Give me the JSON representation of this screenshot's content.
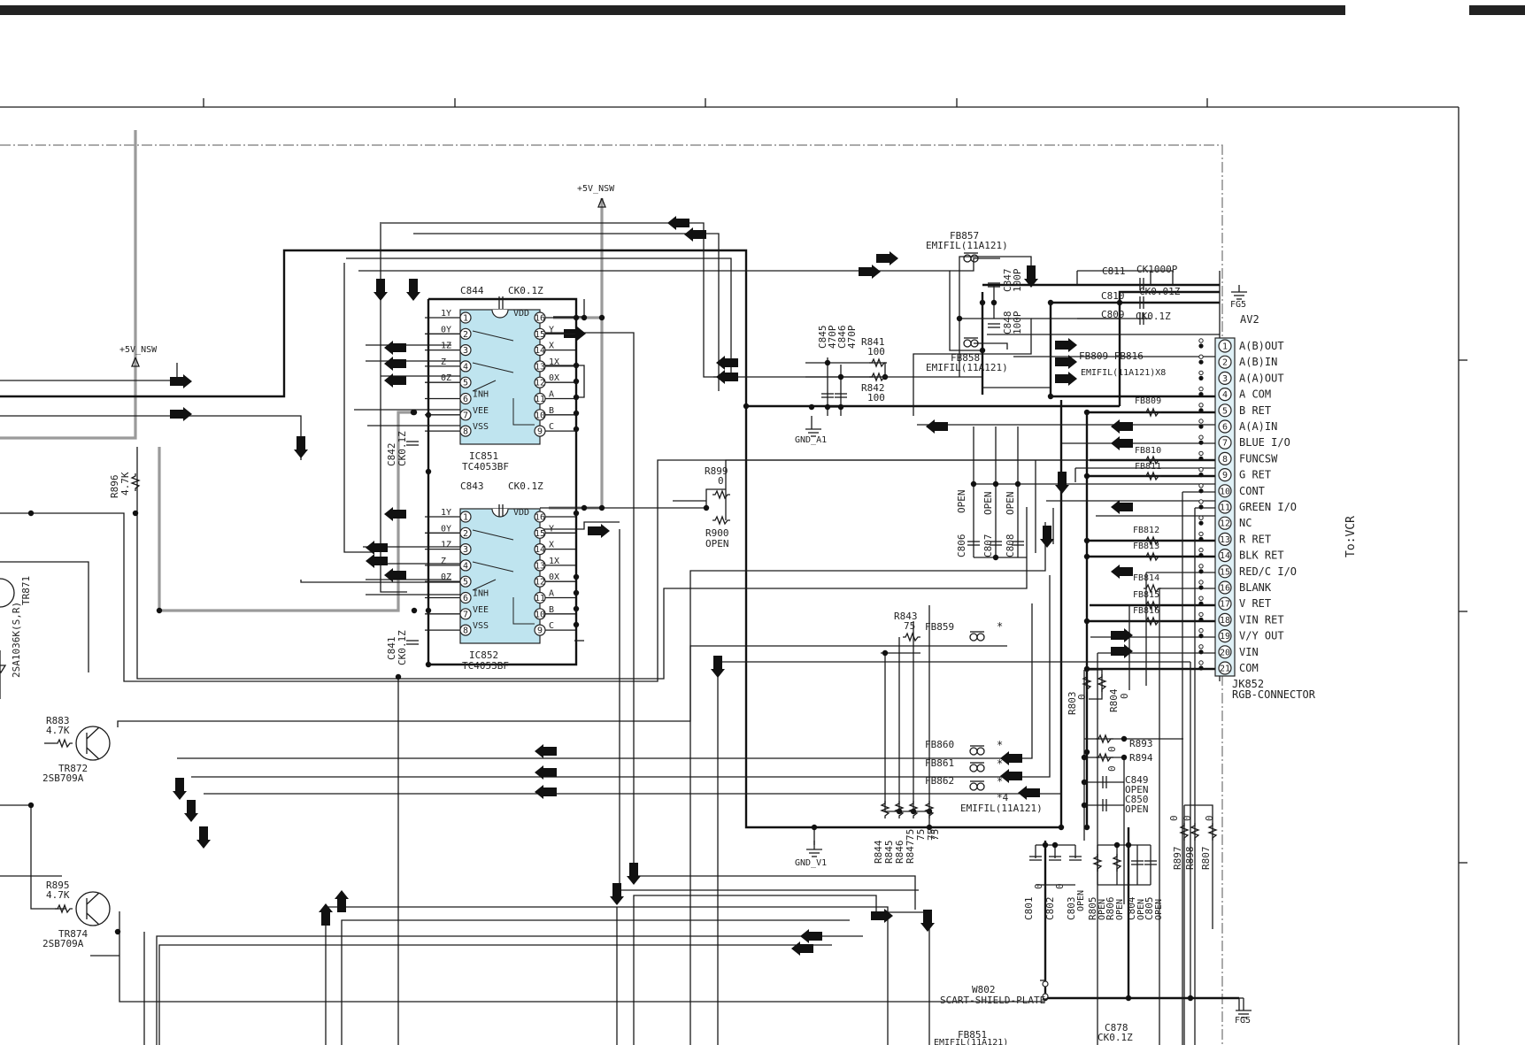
{
  "connector": {
    "title": "AV2",
    "ref": "JK852",
    "name": "RGB-CONNECTOR",
    "to_label": "To:VCR",
    "pins": [
      {
        "num": "1",
        "name": "A(B)OUT"
      },
      {
        "num": "2",
        "name": "A(B)IN"
      },
      {
        "num": "3",
        "name": "A(A)OUT"
      },
      {
        "num": "4",
        "name": "A COM"
      },
      {
        "num": "5",
        "name": "B RET"
      },
      {
        "num": "6",
        "name": "A(A)IN"
      },
      {
        "num": "7",
        "name": "BLUE I/O"
      },
      {
        "num": "8",
        "name": "FUNCSW"
      },
      {
        "num": "9",
        "name": "G RET"
      },
      {
        "num": "10",
        "name": "CONT"
      },
      {
        "num": "11",
        "name": "GREEN I/O"
      },
      {
        "num": "12",
        "name": "NC"
      },
      {
        "num": "13",
        "name": "R RET"
      },
      {
        "num": "14",
        "name": "BLK RET"
      },
      {
        "num": "15",
        "name": "RED/C I/O"
      },
      {
        "num": "16",
        "name": "BLANK"
      },
      {
        "num": "17",
        "name": "V RET"
      },
      {
        "num": "18",
        "name": "VIN RET"
      },
      {
        "num": "19",
        "name": "V/Y OUT"
      },
      {
        "num": "20",
        "name": "VIN"
      },
      {
        "num": "21",
        "name": "COM"
      }
    ]
  },
  "ics": [
    {
      "ref": "IC851",
      "part": "TC4053BF",
      "cap_ref": "C844",
      "cap_val": "CK0.1Z",
      "left_pins": [
        {
          "num": "1",
          "name": "1Y"
        },
        {
          "num": "2",
          "name": "0Y"
        },
        {
          "num": "3",
          "name": "1Z"
        },
        {
          "num": "4",
          "name": "Z"
        },
        {
          "num": "5",
          "name": "0Z"
        },
        {
          "num": "6",
          "name": "INH"
        },
        {
          "num": "7",
          "name": "VEE"
        },
        {
          "num": "8",
          "name": "VSS"
        }
      ],
      "right_pins": [
        {
          "num": "16",
          "name": "VDD"
        },
        {
          "num": "15",
          "name": "Y"
        },
        {
          "num": "14",
          "name": "X"
        },
        {
          "num": "13",
          "name": "1X"
        },
        {
          "num": "12",
          "name": "0X"
        },
        {
          "num": "11",
          "name": "A"
        },
        {
          "num": "10",
          "name": "B"
        },
        {
          "num": "9",
          "name": "C"
        }
      ]
    },
    {
      "ref": "IC852",
      "part": "TC4053BF",
      "cap_ref": "C843",
      "cap_val": "CK0.1Z",
      "left_pins": [
        {
          "num": "1",
          "name": "1Y"
        },
        {
          "num": "2",
          "name": "0Y"
        },
        {
          "num": "3",
          "name": "1Z"
        },
        {
          "num": "4",
          "name": "Z"
        },
        {
          "num": "5",
          "name": "0Z"
        },
        {
          "num": "6",
          "name": "INH"
        },
        {
          "num": "7",
          "name": "VEE"
        },
        {
          "num": "8",
          "name": "VSS"
        }
      ],
      "right_pins": [
        {
          "num": "16",
          "name": "VDD"
        },
        {
          "num": "15",
          "name": "Y"
        },
        {
          "num": "14",
          "name": "X"
        },
        {
          "num": "13",
          "name": "1X"
        },
        {
          "num": "12",
          "name": "0X"
        },
        {
          "num": "11",
          "name": "A"
        },
        {
          "num": "10",
          "name": "B"
        },
        {
          "num": "9",
          "name": "C"
        }
      ]
    }
  ],
  "supplies": {
    "v5_top": "+5V_NSW",
    "v5_left": "+5V_NSW",
    "gnd_a1": "GND_A1",
    "gnd_v1": "GND_V1",
    "fg5_top": "FG5",
    "fg5_bottom": "FG5"
  },
  "components": {
    "c842": [
      "C842",
      "CK0.1Z"
    ],
    "c841": [
      "C841",
      "CK0.1Z"
    ],
    "r896": [
      "R896",
      "4.7K"
    ],
    "tr871": [
      "TR871",
      "2SA1036K(S,R)"
    ],
    "r883": [
      "R883",
      "4.7K"
    ],
    "tr872": [
      "TR872",
      "2SB709A"
    ],
    "r895": [
      "R895",
      "4.7K"
    ],
    "tr874": [
      "TR874",
      "2SB709A"
    ],
    "r899": [
      "R899",
      "0"
    ],
    "r900": [
      "R900",
      "OPEN"
    ],
    "r841": [
      "R841",
      "100"
    ],
    "r842": [
      "R842",
      "100"
    ],
    "c845": [
      "C845",
      "470P"
    ],
    "c846": [
      "C846",
      "470P"
    ],
    "fb857": [
      "FB857",
      "EMIFIL(11A121)"
    ],
    "fb858": [
      "FB858",
      "EMIFIL(11A121)"
    ],
    "c847": [
      "C847",
      "100P"
    ],
    "c848": [
      "C848",
      "100P"
    ],
    "c811": [
      "C811",
      "CK1000P"
    ],
    "c810": [
      "C810",
      "CK0.01Z"
    ],
    "c809": [
      "C809",
      "CK0.1Z"
    ],
    "fb_group": [
      "FB809-FB816",
      "EMIFIL(11A121)X8"
    ],
    "fbs": [
      "FB809",
      "FB810",
      "FB811",
      "FB812",
      "FB813",
      "FB814",
      "FB815",
      "FB816"
    ],
    "c806": [
      "C806",
      "OPEN"
    ],
    "c807": [
      "C807",
      "OPEN"
    ],
    "c808": [
      "C808",
      "OPEN"
    ],
    "r843": [
      "R843",
      "75"
    ],
    "fb859": "FB859",
    "fb860": "FB860",
    "fb861": "FB861",
    "fb862": "FB862",
    "star": "*",
    "emifil_note": [
      "*4",
      "EMIFIL(11A121)"
    ],
    "r844_r847": [
      [
        "R844",
        "75"
      ],
      [
        "R845",
        "75"
      ],
      [
        "R846",
        "75"
      ],
      [
        "R847",
        "75"
      ]
    ],
    "r803": [
      "R803",
      "0"
    ],
    "r804": [
      "R804",
      "0"
    ],
    "r893": [
      "R893",
      "0"
    ],
    "r894": [
      "R894",
      "0"
    ],
    "c849": [
      "C849",
      "OPEN"
    ],
    "c850": [
      "C850",
      "OPEN"
    ],
    "bottom_caps": [
      [
        "C801",
        "0"
      ],
      [
        "C802",
        "0"
      ],
      [
        "C803",
        "OPEN"
      ],
      [
        "R805",
        "OPEN"
      ],
      [
        "R806",
        "OPEN"
      ],
      [
        "C804",
        "OPEN"
      ],
      [
        "C805",
        "OPEN"
      ]
    ],
    "r897": [
      "R897",
      "0"
    ],
    "r898": [
      "R898",
      "0"
    ],
    "r807": [
      "R807",
      "0"
    ],
    "w802": [
      "W802",
      "SCART-SHIELD-PLATE"
    ],
    "fb851": [
      "FB851",
      "EMIFIL(11A121)"
    ],
    "c878": [
      "C878",
      "CK0.1Z"
    ]
  }
}
